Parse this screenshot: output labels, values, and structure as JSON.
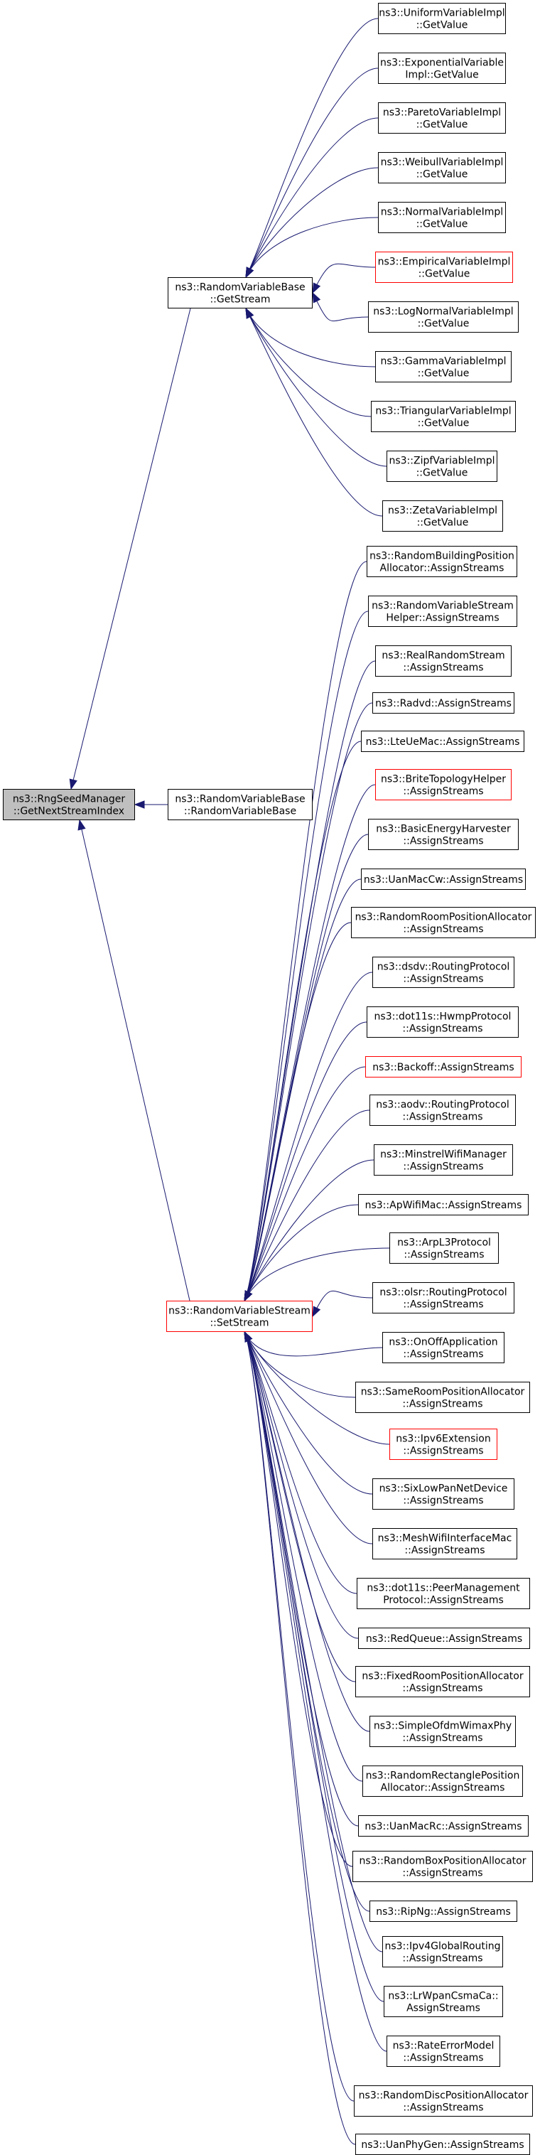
{
  "diagram": {
    "nodes": [
      {
        "id": "root",
        "lines": [
          "ns3::RngSeedManager",
          "::GetNextStreamIndex"
        ],
        "style": "root"
      },
      {
        "id": "getstream",
        "lines": [
          "ns3::RandomVariableBase",
          "::GetStream"
        ],
        "style": "normal"
      },
      {
        "id": "rvbase",
        "lines": [
          "ns3::RandomVariableBase",
          "::RandomVariableBase"
        ],
        "style": "normal"
      },
      {
        "id": "setstream",
        "lines": [
          "ns3::RandomVariableStream",
          "::SetStream"
        ],
        "style": "red"
      },
      {
        "id": "g1",
        "lines": [
          "ns3::UniformVariableImpl",
          "::GetValue"
        ],
        "style": "normal"
      },
      {
        "id": "g2",
        "lines": [
          "ns3::ExponentialVariable",
          "Impl::GetValue"
        ],
        "style": "normal"
      },
      {
        "id": "g3",
        "lines": [
          "ns3::ParetoVariableImpl",
          "::GetValue"
        ],
        "style": "normal"
      },
      {
        "id": "g4",
        "lines": [
          "ns3::WeibullVariableImpl",
          "::GetValue"
        ],
        "style": "normal"
      },
      {
        "id": "g5",
        "lines": [
          "ns3::NormalVariableImpl",
          "::GetValue"
        ],
        "style": "normal"
      },
      {
        "id": "g6",
        "lines": [
          "ns3::EmpiricalVariableImpl",
          "::GetValue"
        ],
        "style": "red"
      },
      {
        "id": "g7",
        "lines": [
          "ns3::LogNormalVariableImpl",
          "::GetValue"
        ],
        "style": "normal"
      },
      {
        "id": "g8",
        "lines": [
          "ns3::GammaVariableImpl",
          "::GetValue"
        ],
        "style": "normal"
      },
      {
        "id": "g9",
        "lines": [
          "ns3::TriangularVariableImpl",
          "::GetValue"
        ],
        "style": "normal"
      },
      {
        "id": "g10",
        "lines": [
          "ns3::ZipfVariableImpl",
          "::GetValue"
        ],
        "style": "normal"
      },
      {
        "id": "g11",
        "lines": [
          "ns3::ZetaVariableImpl",
          "::GetValue"
        ],
        "style": "normal"
      },
      {
        "id": "s1",
        "lines": [
          "ns3::RandomBuildingPosition",
          "Allocator::AssignStreams"
        ],
        "style": "normal"
      },
      {
        "id": "s2",
        "lines": [
          "ns3::RandomVariableStream",
          "Helper::AssignStreams"
        ],
        "style": "normal"
      },
      {
        "id": "s3",
        "lines": [
          "ns3::RealRandomStream",
          "::AssignStreams"
        ],
        "style": "normal"
      },
      {
        "id": "s4",
        "lines": [
          "ns3::Radvd::AssignStreams"
        ],
        "style": "normal"
      },
      {
        "id": "s5",
        "lines": [
          "ns3::LteUeMac::AssignStreams"
        ],
        "style": "normal"
      },
      {
        "id": "s6",
        "lines": [
          "ns3::BriteTopologyHelper",
          "::AssignStreams"
        ],
        "style": "red"
      },
      {
        "id": "s7",
        "lines": [
          "ns3::BasicEnergyHarvester",
          "::AssignStreams"
        ],
        "style": "normal"
      },
      {
        "id": "s8",
        "lines": [
          "ns3::UanMacCw::AssignStreams"
        ],
        "style": "normal"
      },
      {
        "id": "s9",
        "lines": [
          "ns3::RandomRoomPositionAllocator",
          "::AssignStreams"
        ],
        "style": "normal"
      },
      {
        "id": "s10",
        "lines": [
          "ns3::dsdv::RoutingProtocol",
          "::AssignStreams"
        ],
        "style": "normal"
      },
      {
        "id": "s11",
        "lines": [
          "ns3::dot11s::HwmpProtocol",
          "::AssignStreams"
        ],
        "style": "normal"
      },
      {
        "id": "s12",
        "lines": [
          "ns3::Backoff::AssignStreams"
        ],
        "style": "red"
      },
      {
        "id": "s13",
        "lines": [
          "ns3::aodv::RoutingProtocol",
          "::AssignStreams"
        ],
        "style": "normal"
      },
      {
        "id": "s14",
        "lines": [
          "ns3::MinstrelWifiManager",
          "::AssignStreams"
        ],
        "style": "normal"
      },
      {
        "id": "s15",
        "lines": [
          "ns3::ApWifiMac::AssignStreams"
        ],
        "style": "normal"
      },
      {
        "id": "s16",
        "lines": [
          "ns3::ArpL3Protocol",
          "::AssignStreams"
        ],
        "style": "normal"
      },
      {
        "id": "s17",
        "lines": [
          "ns3::olsr::RoutingProtocol",
          "::AssignStreams"
        ],
        "style": "normal"
      },
      {
        "id": "s18",
        "lines": [
          "ns3::OnOffApplication",
          "::AssignStreams"
        ],
        "style": "normal"
      },
      {
        "id": "s19",
        "lines": [
          "ns3::SameRoomPositionAllocator",
          "::AssignStreams"
        ],
        "style": "normal"
      },
      {
        "id": "s20",
        "lines": [
          "ns3::Ipv6Extension",
          "::AssignStreams"
        ],
        "style": "red"
      },
      {
        "id": "s21",
        "lines": [
          "ns3::SixLowPanNetDevice",
          "::AssignStreams"
        ],
        "style": "normal"
      },
      {
        "id": "s22",
        "lines": [
          "ns3::MeshWifiInterfaceMac",
          "::AssignStreams"
        ],
        "style": "normal"
      },
      {
        "id": "s23",
        "lines": [
          "ns3::dot11s::PeerManagement",
          "Protocol::AssignStreams"
        ],
        "style": "normal"
      },
      {
        "id": "s24",
        "lines": [
          "ns3::RedQueue::AssignStreams"
        ],
        "style": "normal"
      },
      {
        "id": "s25",
        "lines": [
          "ns3::FixedRoomPositionAllocator",
          "::AssignStreams"
        ],
        "style": "normal"
      },
      {
        "id": "s26",
        "lines": [
          "ns3::SimpleOfdmWimaxPhy",
          "::AssignStreams"
        ],
        "style": "normal"
      },
      {
        "id": "s27",
        "lines": [
          "ns3::RandomRectanglePosition",
          "Allocator::AssignStreams"
        ],
        "style": "normal"
      },
      {
        "id": "s28",
        "lines": [
          "ns3::UanMacRc::AssignStreams"
        ],
        "style": "normal"
      },
      {
        "id": "s29",
        "lines": [
          "ns3::RandomBoxPositionAllocator",
          "::AssignStreams"
        ],
        "style": "normal"
      },
      {
        "id": "s30",
        "lines": [
          "ns3::RipNg::AssignStreams"
        ],
        "style": "normal"
      },
      {
        "id": "s31",
        "lines": [
          "ns3::Ipv4GlobalRouting",
          "::AssignStreams"
        ],
        "style": "normal"
      },
      {
        "id": "s32",
        "lines": [
          "ns3::LrWpanCsmaCa::",
          "AssignStreams"
        ],
        "style": "normal"
      },
      {
        "id": "s33",
        "lines": [
          "ns3::RateErrorModel",
          "::AssignStreams"
        ],
        "style": "normal"
      },
      {
        "id": "s34",
        "lines": [
          "ns3::RandomDiscPositionAllocator",
          "::AssignStreams"
        ],
        "style": "normal"
      },
      {
        "id": "s35",
        "lines": [
          "ns3::UanPhyGen::AssignStreams"
        ],
        "style": "normal"
      }
    ],
    "edges": [
      [
        "getstream",
        "root"
      ],
      [
        "rvbase",
        "root"
      ],
      [
        "setstream",
        "root"
      ],
      [
        "g1",
        "getstream"
      ],
      [
        "g2",
        "getstream"
      ],
      [
        "g3",
        "getstream"
      ],
      [
        "g4",
        "getstream"
      ],
      [
        "g5",
        "getstream"
      ],
      [
        "g6",
        "getstream"
      ],
      [
        "g7",
        "getstream"
      ],
      [
        "g8",
        "getstream"
      ],
      [
        "g9",
        "getstream"
      ],
      [
        "g10",
        "getstream"
      ],
      [
        "g11",
        "getstream"
      ],
      [
        "s1",
        "setstream"
      ],
      [
        "s2",
        "setstream"
      ],
      [
        "s3",
        "setstream"
      ],
      [
        "s4",
        "setstream"
      ],
      [
        "s5",
        "setstream"
      ],
      [
        "s6",
        "setstream"
      ],
      [
        "s7",
        "setstream"
      ],
      [
        "s8",
        "setstream"
      ],
      [
        "s9",
        "setstream"
      ],
      [
        "s10",
        "setstream"
      ],
      [
        "s11",
        "setstream"
      ],
      [
        "s12",
        "setstream"
      ],
      [
        "s13",
        "setstream"
      ],
      [
        "s14",
        "setstream"
      ],
      [
        "s15",
        "setstream"
      ],
      [
        "s16",
        "setstream"
      ],
      [
        "s17",
        "setstream"
      ],
      [
        "s18",
        "setstream"
      ],
      [
        "s19",
        "setstream"
      ],
      [
        "s20",
        "setstream"
      ],
      [
        "s21",
        "setstream"
      ],
      [
        "s22",
        "setstream"
      ],
      [
        "s23",
        "setstream"
      ],
      [
        "s24",
        "setstream"
      ],
      [
        "s25",
        "setstream"
      ],
      [
        "s26",
        "setstream"
      ],
      [
        "s27",
        "setstream"
      ],
      [
        "s28",
        "setstream"
      ],
      [
        "s29",
        "setstream"
      ],
      [
        "s30",
        "setstream"
      ],
      [
        "s31",
        "setstream"
      ],
      [
        "s32",
        "setstream"
      ],
      [
        "s33",
        "setstream"
      ],
      [
        "s34",
        "setstream"
      ],
      [
        "s35",
        "setstream"
      ]
    ],
    "colors": {
      "edge": "#191970",
      "border": "#000000",
      "highlight_border": "#ff0000",
      "root_fill": "#bfbfbf"
    }
  }
}
